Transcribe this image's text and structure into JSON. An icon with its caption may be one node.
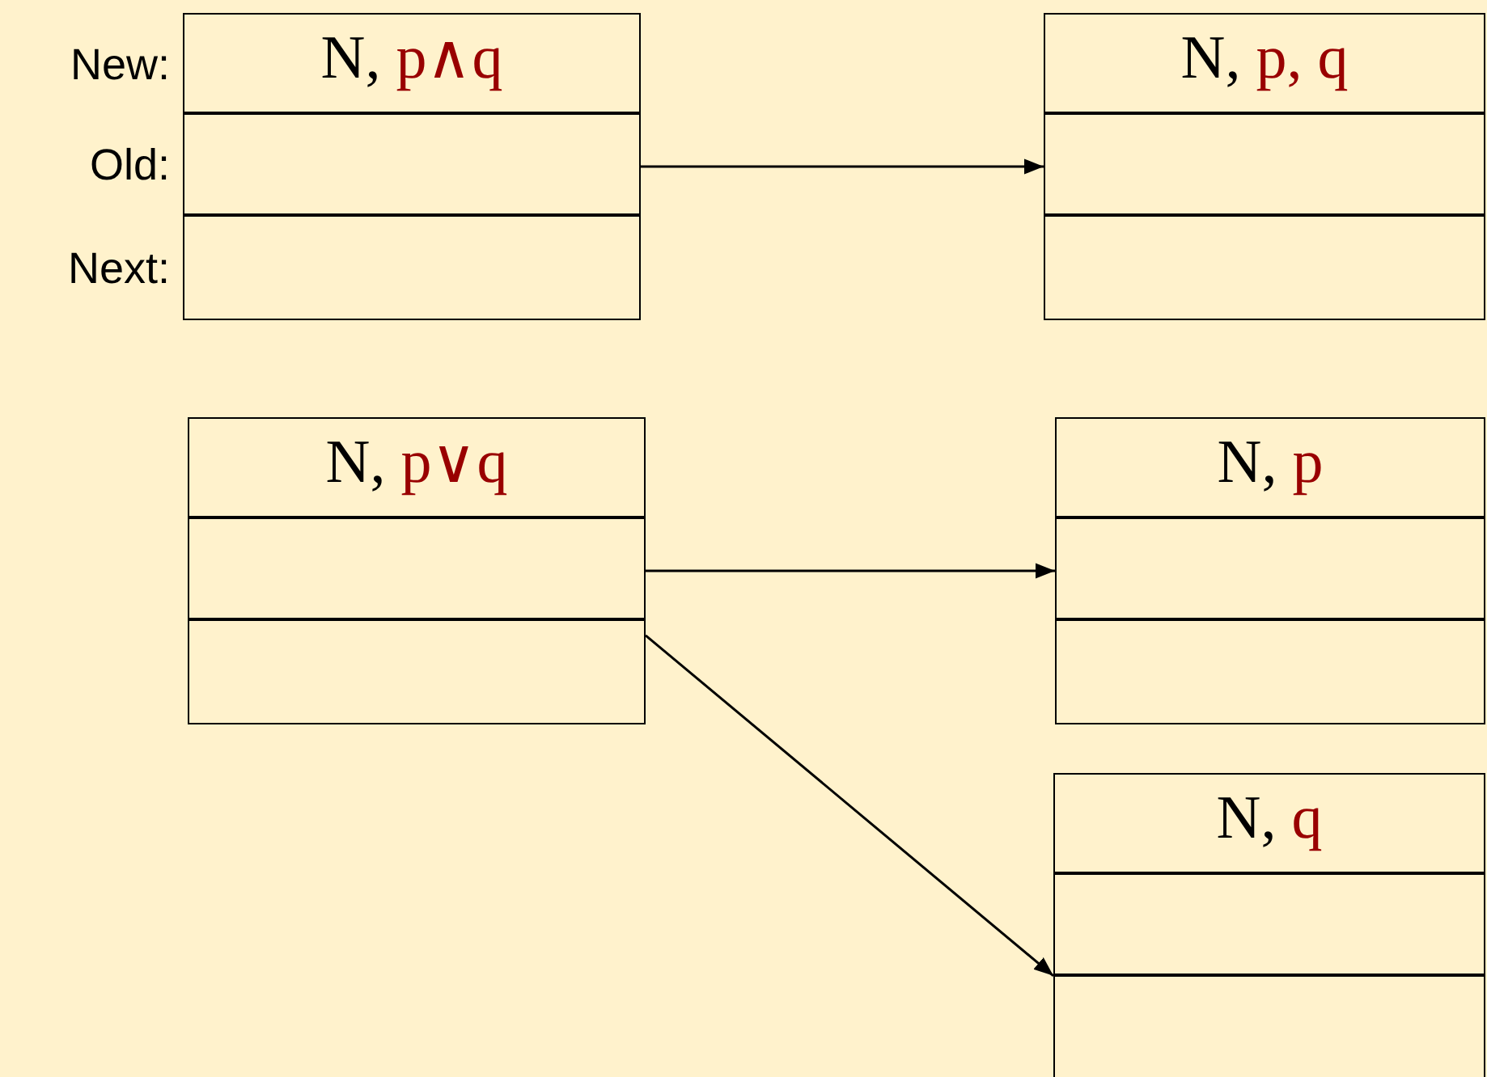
{
  "diagram": {
    "nodes": [
      {
        "text": [
          "N, p∧q"
        ],
        "beside": [
          "New:",
          "Old:",
          "Next:"
        ]
      },
      {
        "text": [
          "N, p, q"
        ]
      },
      {
        "text": [
          "N, p∨q"
        ]
      },
      {
        "text": [
          "N, p"
        ]
      },
      {
        "text": [
          "N, q"
        ]
      }
    ],
    "edges": [
      {
        "from": 0,
        "to": 1,
        "arrow": "to"
      },
      {
        "from": 2,
        "to": 3,
        "arrow": "to"
      },
      {
        "from": 2,
        "to": 4,
        "arrow": "to"
      }
    ]
  }
}
